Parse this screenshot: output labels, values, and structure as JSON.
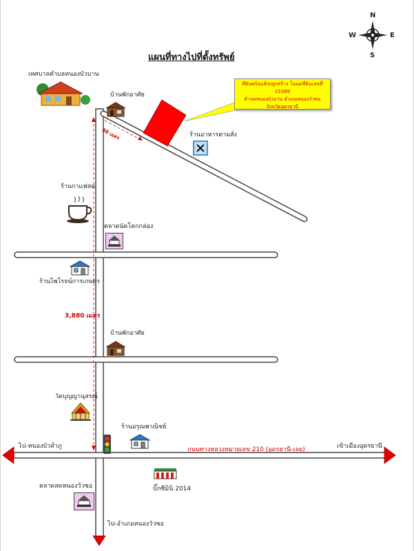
{
  "title": "แผนที่ทางไปที่ตั้งทรัพย์",
  "compass": {
    "n": "N",
    "s": "S",
    "e": "E",
    "w": "W"
  },
  "callout": {
    "line1": "ที่ดินพร้อมสิ่งปลูกสร้าง โฉนดที่ดินเลขที่ 15389",
    "line2": "ตำบลหนองบัวบาน อำเภอหนองวัวซอ",
    "line3": "จังหวัดอุดรธานี"
  },
  "labels": {
    "municipality": "เทศบาลตำบลหนองบัวบาน",
    "house1": "บ้านพักอาศัย",
    "distance_short": "88 เมตร",
    "restaurant": "ร้านอาหารตามสั่ง",
    "coffee": "ร้านกาแฟสด",
    "market1": "ตลาดนัดโคกกล่อง",
    "agri_store": "ร้านไพโรจน์การเกษตร",
    "distance_long": "3,880 เมตร",
    "house2": "บ้านพักอาศัย",
    "temple": "วัดบุญญานุสรณ์",
    "shop": "ร้านอรุณพาณิชย์",
    "to_left": "ไป-หนองบัวลำภู",
    "highway": "ถนนทางหลวงหมายเลข 210 (อุดรธานี-เลย)",
    "to_right": "เข้าเมืองอุดรธานี",
    "bigc": "บิ๊กซีมินิ 2014",
    "market2": "ตลาดสดหนองวัวซอ",
    "to_bottom": "ไป-อำเภอหนองวัวซอ"
  },
  "colors": {
    "plot": "#ff0000",
    "callout_bg": "#ffff00",
    "arrow": "#e60000",
    "distance": "#d00000"
  }
}
